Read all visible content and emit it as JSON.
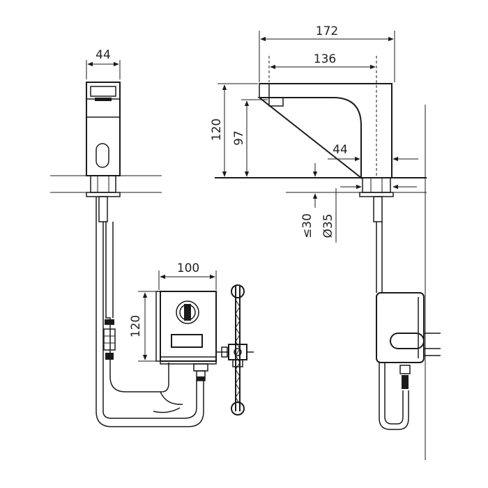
{
  "dimensions": {
    "front_width": "44",
    "side_total": "172",
    "side_reach": "136",
    "side_height": "120",
    "side_outlet_height": "97",
    "side_base": "44",
    "deck_thickness": "≤30",
    "hole_diameter": "Ø35",
    "box_width": "100",
    "box_height": "120"
  }
}
